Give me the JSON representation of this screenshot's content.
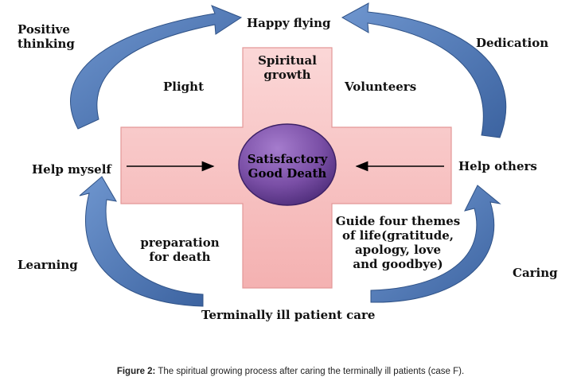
{
  "labels": {
    "happy_flying": "Happy flying",
    "positive_thinking": "Positive\nthinking",
    "dedication": "Dedication",
    "plight": "Plight",
    "spiritual_growth": "Spiritual\ngrowth",
    "volunteers": "Volunteers",
    "help_myself": "Help myself",
    "center_oval": "Satisfactory\nGood Death",
    "help_others": "Help others",
    "preparation": "preparation\nfor death",
    "guide_themes": "Guide four themes\nof life(gratitude,\napology, love\nand goodbye)",
    "learning": "Learning",
    "caring": "Caring",
    "terminally_ill": "Terminally ill patient care"
  },
  "caption": {
    "prefix": "Figure 2:",
    "text": " The spiritual growing process after caring the terminally ill patients (case F)."
  },
  "colors": {
    "cross_fill": "#f7c3c3",
    "cross_edge": "#e89a9a",
    "oval_fill": "#7f52a8",
    "oval_dark": "#4a2a73",
    "arrow_blue": "#4f78b4",
    "arrow_dark": "#2c4e82"
  }
}
